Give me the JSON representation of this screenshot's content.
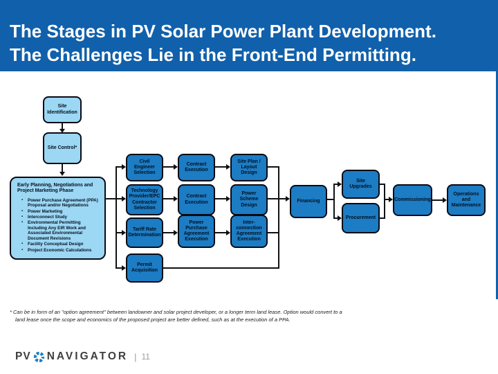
{
  "header": {
    "title_line1": "The Stages in PV Solar Power Plant Development.",
    "title_line2": "The Challenges Lie in the Front-End Permitting."
  },
  "colors": {
    "header_bg": "#1160AB",
    "light_box_fill": "#9CD7F4",
    "dark_box_fill": "#1C7CC4",
    "box_border": "#0A0A14",
    "connector": "#111111",
    "logo_blue": "#1C7CC4",
    "logo_text": "#3E3E3E",
    "page_number_gray": "#9A9A9A"
  },
  "flow": {
    "site_identification": "Site Identification",
    "site_control": "Site Control*",
    "early_planning": {
      "heading": "Early Planning, Negotiations and Project Marketing Phase",
      "bullets": [
        "Power Purchase Agreement (PPA) Proposal and/or Negotiations",
        "Power Marketing",
        "Interconnect Study",
        "Environmental Permitting Including Any EIR Work and Associated Environmental Document Revisions",
        "Facility Conceptual Design",
        "Project Economic Calculations"
      ]
    },
    "boxes": {
      "civil_engineer": "Civil Engineer Selection",
      "contract_execution_1": "Contract Execution",
      "site_plan": "Site Plan / Layout Design",
      "technology_provider": "Technology Provider/EPC Contractor Selection",
      "contract_execution_2": "Contract Execution",
      "power_scheme": "Power Scheme Design",
      "tariff_rate": "Tariff Rate Determination",
      "ppa_execution": "Power Purchase Agreement Execution",
      "interconnection": "Inter-connection Agreement Execution",
      "permit_acquisition": "Permit Acquisition",
      "financing": "Financing",
      "site_upgrades": "Site Upgrades",
      "procurement": "Procurement",
      "commissioning": "Commissioning",
      "operations": "Operations and Maintenance"
    }
  },
  "footnote": {
    "line1": "* Can be in form of an \"option agreement\" between landowner and solar project developer, or a longer term land lease. Option would convert to a",
    "line2": "land lease once the scope and economics of the proposed project are better defined, such as at the execution of a PPA."
  },
  "footer": {
    "logo_pv": "PV",
    "logo_icon": "pinwheel-sun-icon",
    "logo_navigator": "NAVIGATOR",
    "separator": "|",
    "page_number": "11"
  }
}
